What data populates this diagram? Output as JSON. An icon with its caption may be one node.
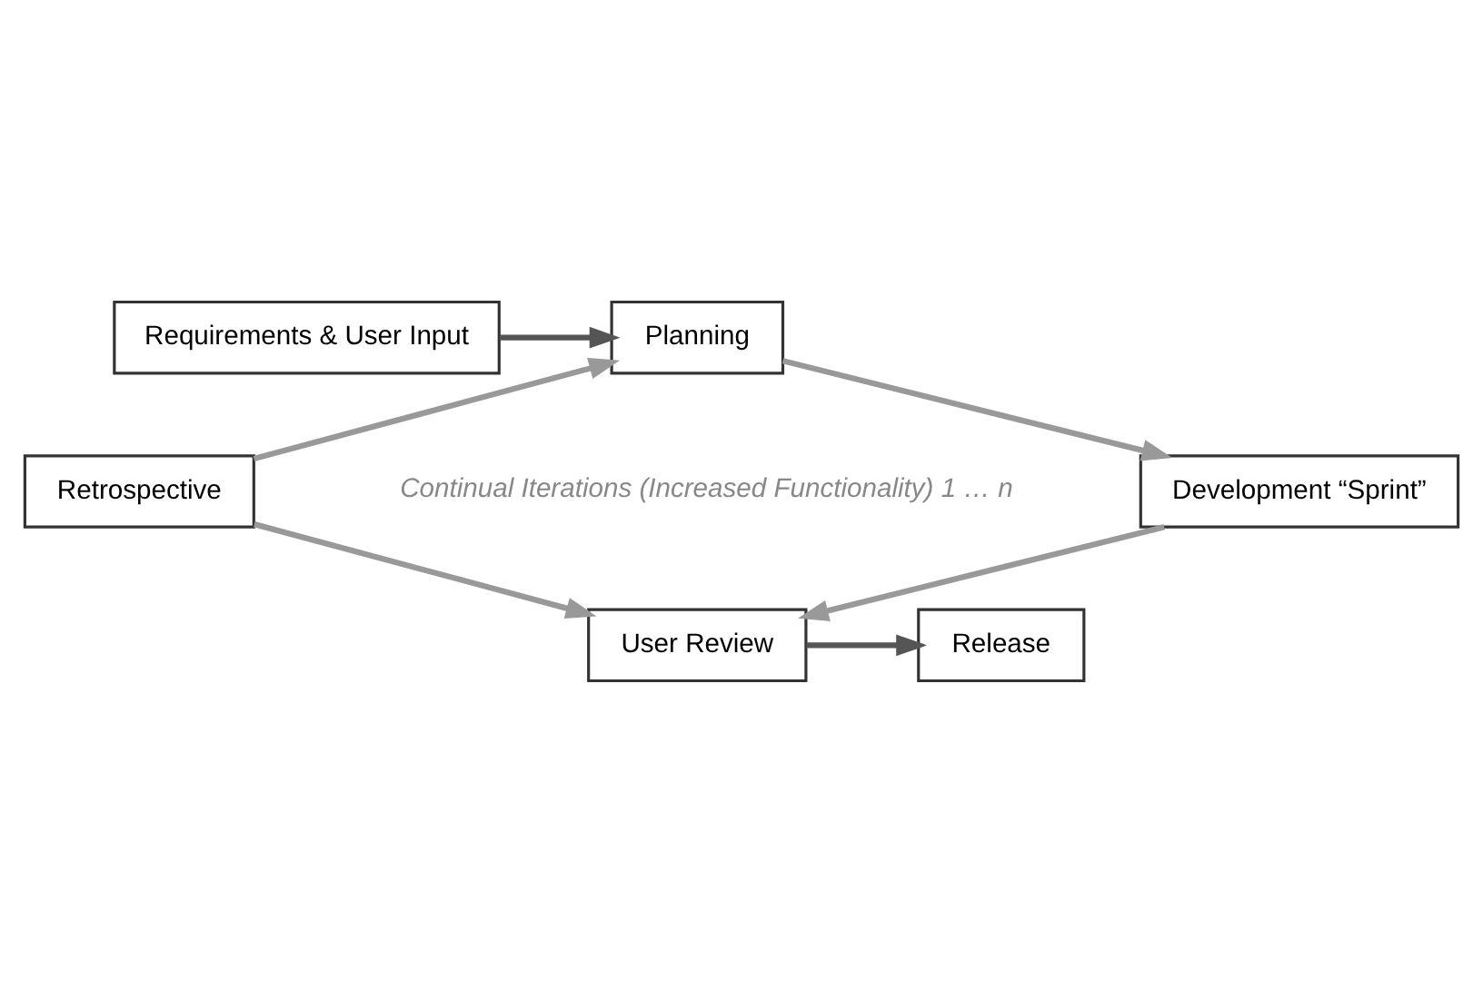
{
  "diagram": {
    "nodes": [
      {
        "text": [
          "Requirements & User Input"
        ]
      },
      {
        "text": [
          "Planning"
        ]
      },
      {
        "text": [
          "Development “Sprint”"
        ]
      },
      {
        "text": [
          "User Review"
        ]
      },
      {
        "text": [
          "Retrospective"
        ]
      },
      {
        "text": [
          "Release"
        ]
      }
    ],
    "edges": [
      {
        "from": 0,
        "to": 1,
        "arrow": "to",
        "color": "#555555"
      },
      {
        "from": 1,
        "to": 2,
        "arrow": "to"
      },
      {
        "from": 2,
        "to": 3,
        "arrow": "to"
      },
      {
        "from": 4,
        "to": 3,
        "arrow": "to"
      },
      {
        "from": 4,
        "to": 1,
        "arrow": "to"
      },
      {
        "from": 3,
        "to": 5,
        "arrow": "to",
        "color": "#555555"
      }
    ],
    "labels": [
      "Continual Iterations (Increased Functionality) 1 … n"
    ]
  }
}
